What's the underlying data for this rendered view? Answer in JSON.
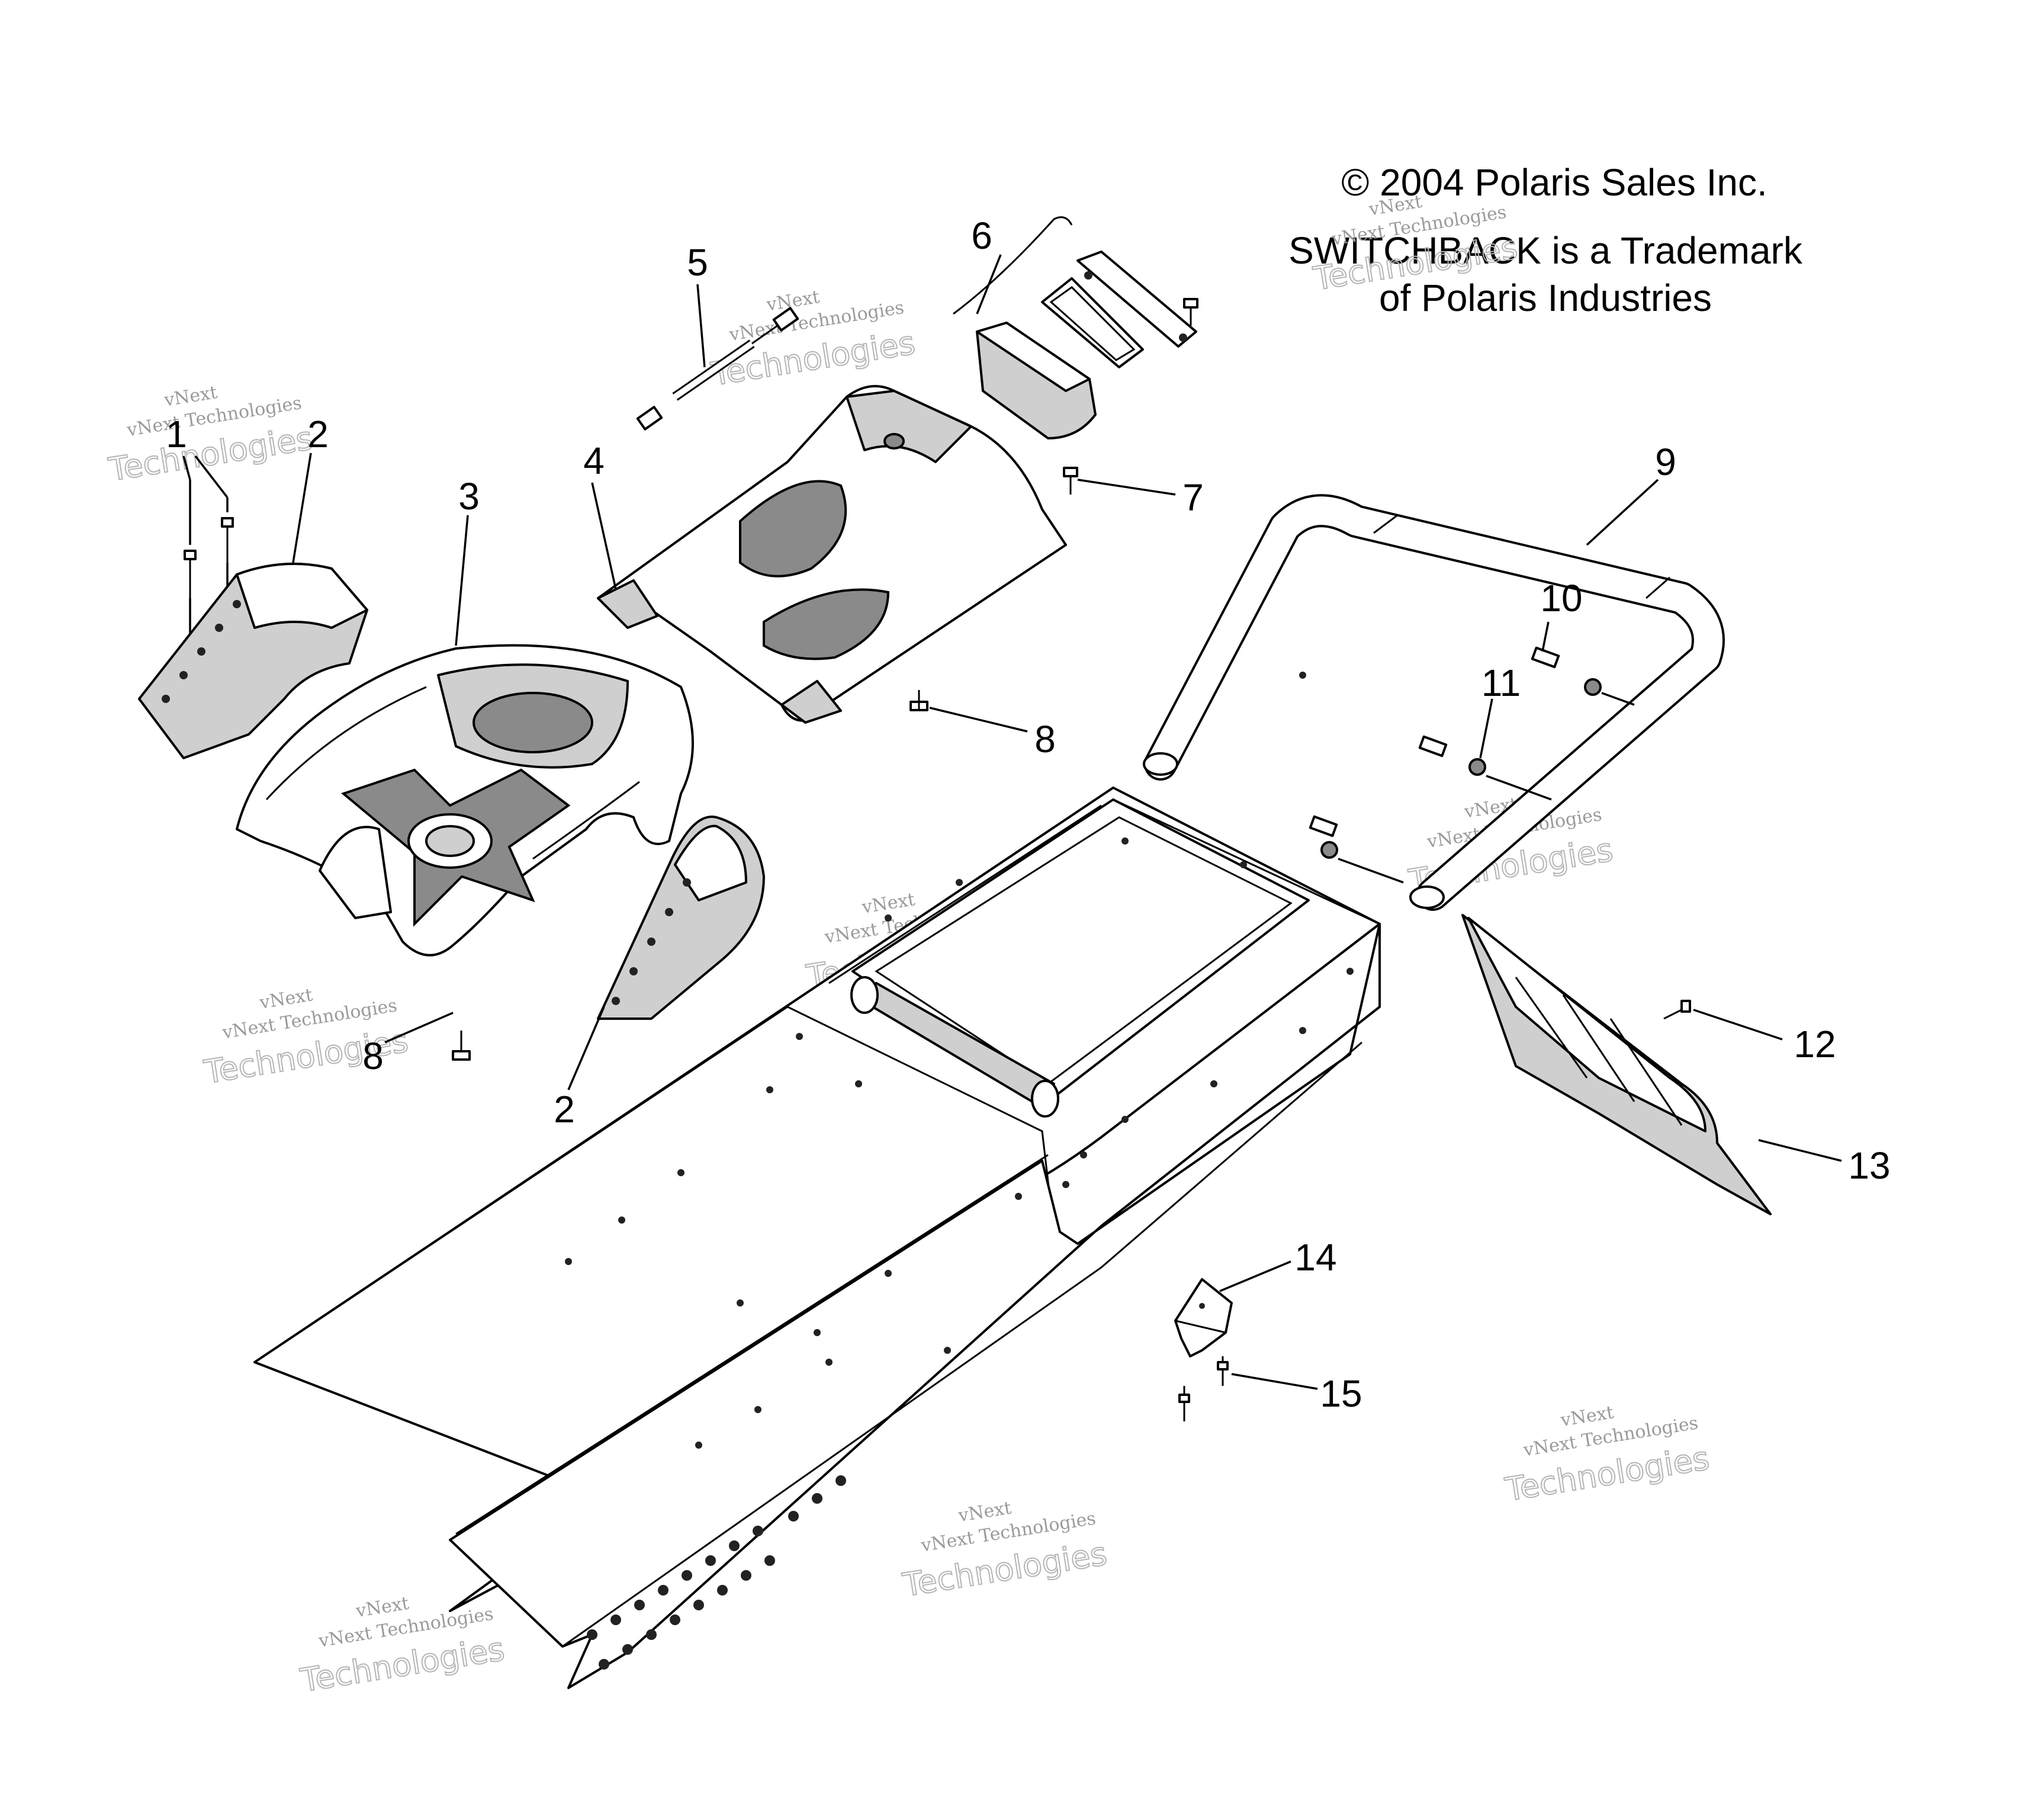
{
  "notice": {
    "copyright": "© 2004 Polaris Sales Inc.",
    "trademark_line1": "SWITCHBACK is a Trademark",
    "trademark_line2": "of Polaris Industries"
  },
  "watermark": {
    "line_top": "vNext",
    "line_mid": "vNext Technologies",
    "line_big": "Technologies"
  },
  "callouts": {
    "c1": "1",
    "c2a": "2",
    "c2b": "2",
    "c3": "3",
    "c4": "4",
    "c5": "5",
    "c6": "6",
    "c7": "7",
    "c8a": "8",
    "c8b": "8",
    "c9": "9",
    "c10": "10",
    "c11": "11",
    "c12": "12",
    "c13": "13",
    "c14": "14",
    "c15": "15"
  }
}
